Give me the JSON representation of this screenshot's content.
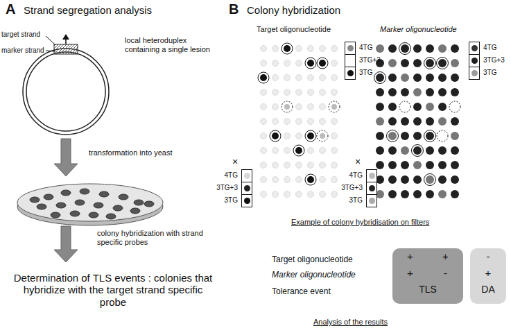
{
  "diagram": {
    "nodes": [
      {
        "text": [
          "4TG"
        ]
      },
      {
        "text": [
          "3TG+3"
        ]
      },
      {
        "text": [
          "3TG"
        ]
      },
      {
        "text": [
          "4TG"
        ]
      },
      {
        "text": [
          "3TG+3"
        ]
      },
      {
        "text": [
          "3TG"
        ]
      },
      {
        "text": [
          "4TG"
        ]
      },
      {
        "text": [
          "3TG+3"
        ]
      },
      {
        "text": [
          "3TG"
        ]
      },
      {
        "text": [
          "4TG"
        ]
      },
      {
        "text": [
          "3TG+3"
        ]
      },
      {
        "text": [
          "3TG"
        ]
      },
      {
        "text": [
          "+",
          "+",
          "+",
          "-",
          "TLS"
        ]
      },
      {
        "text": [
          "-",
          "+",
          "DA"
        ]
      }
    ],
    "labels": [
      "A",
      "Strand segregation analysis",
      "target strand",
      "marker strand",
      "local heteroduplex containing a single lesion",
      "transformation into yeast",
      "colony hybridization with strand specific probes",
      "Determination of TLS events : colonies that hybridize with the target strand specific probe",
      "B",
      "Colony hybridization",
      "Target oligonucleotide",
      "Marker oligonucleotide",
      "×",
      "×",
      "Example of colony hybridisation on filters",
      "Target oligonucleotide",
      "Marker oligonucleotide",
      "Tolerance event",
      "Analysis of the results"
    ]
  }
}
